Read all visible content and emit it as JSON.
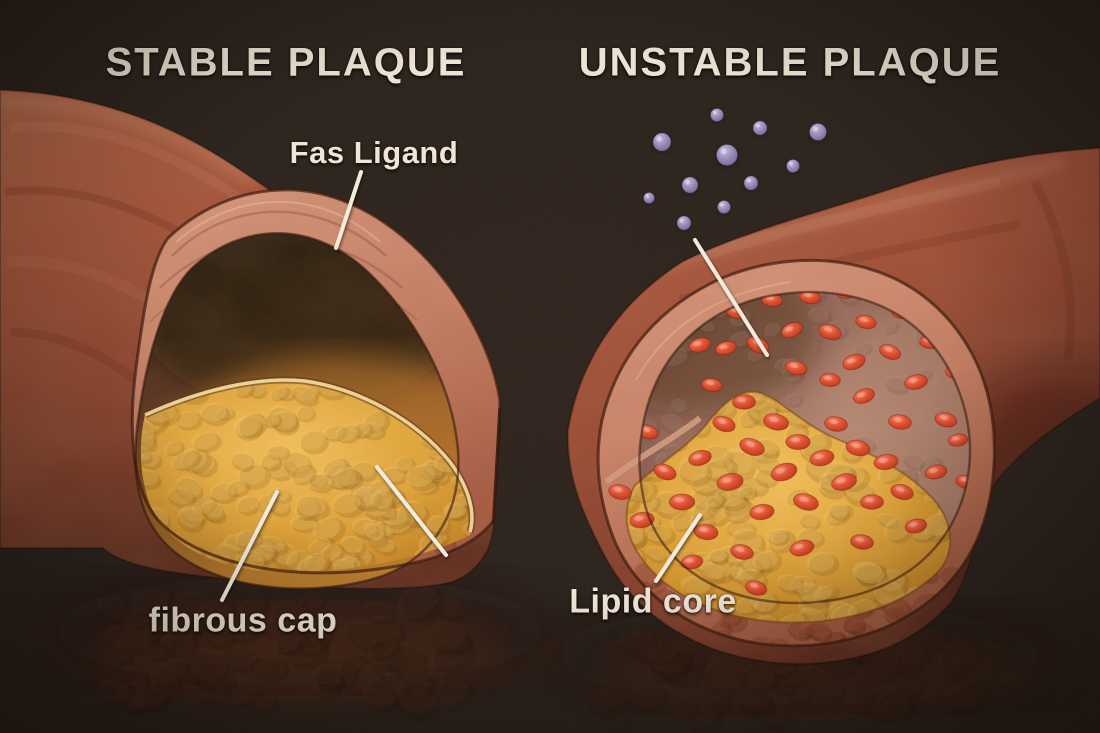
{
  "figure": {
    "type": "medical-illustration",
    "subject": "Atherosclerosis cross-section comparison: stable plaque vs unstable plaque"
  },
  "titles": {
    "left": "STABLE PLAQUE",
    "right": "UNSTABLE PLAQUE"
  },
  "labels": {
    "fas_ligand": "Fas Ligand",
    "fibrous_cap": "fibrous cap",
    "lipid_core": "Lipid core"
  },
  "colors": {
    "background": "#2a211b",
    "title_text": "#ece3d4",
    "label_text": "#efe6d7",
    "leader_line": "#f3ebdc",
    "artery_wall": "#a04e35",
    "artery_wall_highlight": "#c06a4a",
    "artery_wall_shadow": "#5e2a1c",
    "cut_rim_salmon": "#c87f64",
    "lumen_dark": "#54301d",
    "lumen_mauve": "#96695a",
    "plaque_yellow": "#dc9f33",
    "plaque_yellow_light": "#f0bd55",
    "fibrous_cap_line": "#efd9a0",
    "red_blood_cell": "#e0502f",
    "fas_ligand_particle": "#978ab8",
    "floor_shadow": "#3f2518"
  },
  "particles": {
    "fas_ligand_dots": [
      [
        717,
        115,
        6.5
      ],
      [
        760,
        128,
        7
      ],
      [
        818,
        132,
        8.5
      ],
      [
        662,
        142,
        9
      ],
      [
        727,
        155,
        10.5
      ],
      [
        793,
        166,
        6.5
      ],
      [
        690,
        185,
        8
      ],
      [
        751,
        183,
        7
      ],
      [
        649,
        198,
        5.5
      ],
      [
        724,
        207,
        6.5
      ],
      [
        684,
        223,
        7
      ]
    ],
    "rbc_lumen": [
      [
        648,
        432,
        15,
        0.9
      ],
      [
        638,
        398,
        -10,
        0.8
      ],
      [
        652,
        360,
        20,
        0.85
      ],
      [
        668,
        330,
        0,
        0.8
      ],
      [
        692,
        302,
        18,
        0.9
      ],
      [
        700,
        345,
        -15,
        0.95
      ],
      [
        712,
        385,
        8,
        0.9
      ],
      [
        735,
        312,
        22,
        0.85
      ],
      [
        742,
        272,
        -8,
        0.8
      ],
      [
        758,
        345,
        28,
        1.0
      ],
      [
        772,
        300,
        5,
        0.9
      ],
      [
        788,
        263,
        15,
        0.85
      ],
      [
        792,
        330,
        -22,
        0.95
      ],
      [
        810,
        297,
        8,
        0.9
      ],
      [
        820,
        258,
        -12,
        0.8
      ],
      [
        830,
        332,
        18,
        1.0
      ],
      [
        846,
        292,
        0,
        0.9
      ],
      [
        854,
        362,
        -18,
        1.0
      ],
      [
        866,
        322,
        12,
        0.9
      ],
      [
        882,
        288,
        -8,
        0.85
      ],
      [
        890,
        352,
        22,
        0.95
      ],
      [
        902,
        312,
        4,
        0.9
      ],
      [
        908,
        270,
        18,
        0.8
      ],
      [
        916,
        382,
        -12,
        1.0
      ],
      [
        930,
        342,
        8,
        0.9
      ],
      [
        942,
        304,
        -18,
        0.85
      ],
      [
        946,
        420,
        12,
        0.95
      ],
      [
        956,
        372,
        2,
        0.9
      ],
      [
        958,
        440,
        -8,
        0.85
      ],
      [
        966,
        482,
        15,
        0.9
      ],
      [
        936,
        472,
        -12,
        0.95
      ],
      [
        900,
        422,
        8,
        1.0
      ],
      [
        864,
        396,
        -20,
        0.95
      ],
      [
        830,
        380,
        4,
        0.9
      ],
      [
        796,
        368,
        12,
        0.95
      ],
      [
        726,
        348,
        -14,
        0.9
      ]
    ],
    "rbc_core": [
      [
        620,
        492,
        12,
        1.0
      ],
      [
        642,
        520,
        -8,
        1.05
      ],
      [
        665,
        472,
        20,
        1.0
      ],
      [
        682,
        502,
        0,
        1.1
      ],
      [
        700,
        458,
        -15,
        1.0
      ],
      [
        706,
        532,
        8,
        1.05
      ],
      [
        724,
        424,
        18,
        1.0
      ],
      [
        730,
        482,
        -10,
        1.15
      ],
      [
        744,
        402,
        0,
        1.0
      ],
      [
        752,
        447,
        20,
        1.1
      ],
      [
        762,
        512,
        -8,
        1.05
      ],
      [
        776,
        422,
        12,
        1.1
      ],
      [
        784,
        472,
        -18,
        1.15
      ],
      [
        798,
        442,
        0,
        1.05
      ],
      [
        806,
        502,
        15,
        1.1
      ],
      [
        822,
        458,
        -12,
        1.05
      ],
      [
        836,
        424,
        8,
        1.0
      ],
      [
        844,
        482,
        -15,
        1.1
      ],
      [
        858,
        448,
        12,
        1.05
      ],
      [
        872,
        502,
        0,
        1.0
      ],
      [
        886,
        462,
        -8,
        1.05
      ],
      [
        902,
        492,
        15,
        1.0
      ],
      [
        916,
        526,
        -12,
        0.95
      ],
      [
        862,
        542,
        8,
        1.0
      ],
      [
        802,
        548,
        -15,
        1.05
      ],
      [
        742,
        552,
        12,
        1.0
      ],
      [
        692,
        562,
        -8,
        0.95
      ],
      [
        756,
        588,
        15,
        0.95
      ]
    ]
  }
}
